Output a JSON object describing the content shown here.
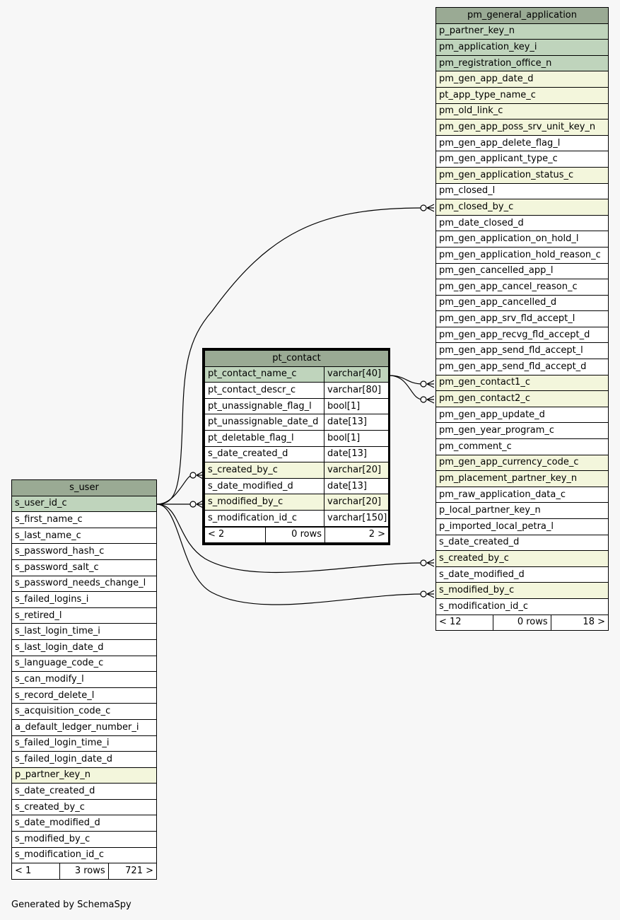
{
  "pm_general_application": {
    "title": "pm_general_application",
    "columns": [
      {
        "name": "p_partner_key_n",
        "kind": "pk"
      },
      {
        "name": "pm_application_key_i",
        "kind": "pk"
      },
      {
        "name": "pm_registration_office_n",
        "kind": "pk"
      },
      {
        "name": "pm_gen_app_date_d",
        "kind": "fk"
      },
      {
        "name": "pt_app_type_name_c",
        "kind": "fk"
      },
      {
        "name": "pm_old_link_c",
        "kind": "fk"
      },
      {
        "name": "pm_gen_app_poss_srv_unit_key_n",
        "kind": "fk"
      },
      {
        "name": "pm_gen_app_delete_flag_l",
        "kind": "plain"
      },
      {
        "name": "pm_gen_applicant_type_c",
        "kind": "plain"
      },
      {
        "name": "pm_gen_application_status_c",
        "kind": "fk"
      },
      {
        "name": "pm_closed_l",
        "kind": "plain"
      },
      {
        "name": "pm_closed_by_c",
        "kind": "fk"
      },
      {
        "name": "pm_date_closed_d",
        "kind": "plain"
      },
      {
        "name": "pm_gen_application_on_hold_l",
        "kind": "plain"
      },
      {
        "name": "pm_gen_application_hold_reason_c",
        "kind": "plain"
      },
      {
        "name": "pm_gen_cancelled_app_l",
        "kind": "plain"
      },
      {
        "name": "pm_gen_app_cancel_reason_c",
        "kind": "plain"
      },
      {
        "name": "pm_gen_app_cancelled_d",
        "kind": "plain"
      },
      {
        "name": "pm_gen_app_srv_fld_accept_l",
        "kind": "plain"
      },
      {
        "name": "pm_gen_app_recvg_fld_accept_d",
        "kind": "plain"
      },
      {
        "name": "pm_gen_app_send_fld_accept_l",
        "kind": "plain"
      },
      {
        "name": "pm_gen_app_send_fld_accept_d",
        "kind": "plain"
      },
      {
        "name": "pm_gen_contact1_c",
        "kind": "fk"
      },
      {
        "name": "pm_gen_contact2_c",
        "kind": "fk"
      },
      {
        "name": "pm_gen_app_update_d",
        "kind": "plain"
      },
      {
        "name": "pm_gen_year_program_c",
        "kind": "plain"
      },
      {
        "name": "pm_comment_c",
        "kind": "plain"
      },
      {
        "name": "pm_gen_app_currency_code_c",
        "kind": "fk"
      },
      {
        "name": "pm_placement_partner_key_n",
        "kind": "fk"
      },
      {
        "name": "pm_raw_application_data_c",
        "kind": "plain"
      },
      {
        "name": "p_local_partner_key_n",
        "kind": "plain"
      },
      {
        "name": "p_imported_local_petra_l",
        "kind": "plain"
      },
      {
        "name": "s_date_created_d",
        "kind": "plain"
      },
      {
        "name": "s_created_by_c",
        "kind": "fk"
      },
      {
        "name": "s_date_modified_d",
        "kind": "plain"
      },
      {
        "name": "s_modified_by_c",
        "kind": "fk"
      },
      {
        "name": "s_modification_id_c",
        "kind": "plain"
      }
    ],
    "footer": {
      "parents": "< 12",
      "rows": "0 rows",
      "children": "18 >"
    }
  },
  "pt_contact": {
    "title": "pt_contact",
    "columns": [
      {
        "name": "pt_contact_name_c",
        "type": "varchar[40]",
        "kind": "pk"
      },
      {
        "name": "pt_contact_descr_c",
        "type": "varchar[80]",
        "kind": "plain"
      },
      {
        "name": "pt_unassignable_flag_l",
        "type": "bool[1]",
        "kind": "plain"
      },
      {
        "name": "pt_unassignable_date_d",
        "type": "date[13]",
        "kind": "plain"
      },
      {
        "name": "pt_deletable_flag_l",
        "type": "bool[1]",
        "kind": "plain"
      },
      {
        "name": "s_date_created_d",
        "type": "date[13]",
        "kind": "plain"
      },
      {
        "name": "s_created_by_c",
        "type": "varchar[20]",
        "kind": "fk"
      },
      {
        "name": "s_date_modified_d",
        "type": "date[13]",
        "kind": "plain"
      },
      {
        "name": "s_modified_by_c",
        "type": "varchar[20]",
        "kind": "fk"
      },
      {
        "name": "s_modification_id_c",
        "type": "varchar[150]",
        "kind": "plain"
      }
    ],
    "footer": {
      "parents": "< 2",
      "rows": "0 rows",
      "children": "2 >"
    }
  },
  "s_user": {
    "title": "s_user",
    "columns": [
      {
        "name": "s_user_id_c",
        "kind": "pk"
      },
      {
        "name": "s_first_name_c",
        "kind": "plain"
      },
      {
        "name": "s_last_name_c",
        "kind": "plain"
      },
      {
        "name": "s_password_hash_c",
        "kind": "plain"
      },
      {
        "name": "s_password_salt_c",
        "kind": "plain"
      },
      {
        "name": "s_password_needs_change_l",
        "kind": "plain"
      },
      {
        "name": "s_failed_logins_i",
        "kind": "plain"
      },
      {
        "name": "s_retired_l",
        "kind": "plain"
      },
      {
        "name": "s_last_login_time_i",
        "kind": "plain"
      },
      {
        "name": "s_last_login_date_d",
        "kind": "plain"
      },
      {
        "name": "s_language_code_c",
        "kind": "plain"
      },
      {
        "name": "s_can_modify_l",
        "kind": "plain"
      },
      {
        "name": "s_record_delete_l",
        "kind": "plain"
      },
      {
        "name": "s_acquisition_code_c",
        "kind": "plain"
      },
      {
        "name": "a_default_ledger_number_i",
        "kind": "plain"
      },
      {
        "name": "s_failed_login_time_i",
        "kind": "plain"
      },
      {
        "name": "s_failed_login_date_d",
        "kind": "plain"
      },
      {
        "name": "p_partner_key_n",
        "kind": "fk"
      },
      {
        "name": "s_date_created_d",
        "kind": "plain"
      },
      {
        "name": "s_created_by_c",
        "kind": "plain"
      },
      {
        "name": "s_date_modified_d",
        "kind": "plain"
      },
      {
        "name": "s_modified_by_c",
        "kind": "plain"
      },
      {
        "name": "s_modification_id_c",
        "kind": "plain"
      }
    ],
    "footer": {
      "parents": "< 1",
      "rows": "3 rows",
      "children": "721 >"
    }
  },
  "generated_by": "Generated by SchemaSpy"
}
